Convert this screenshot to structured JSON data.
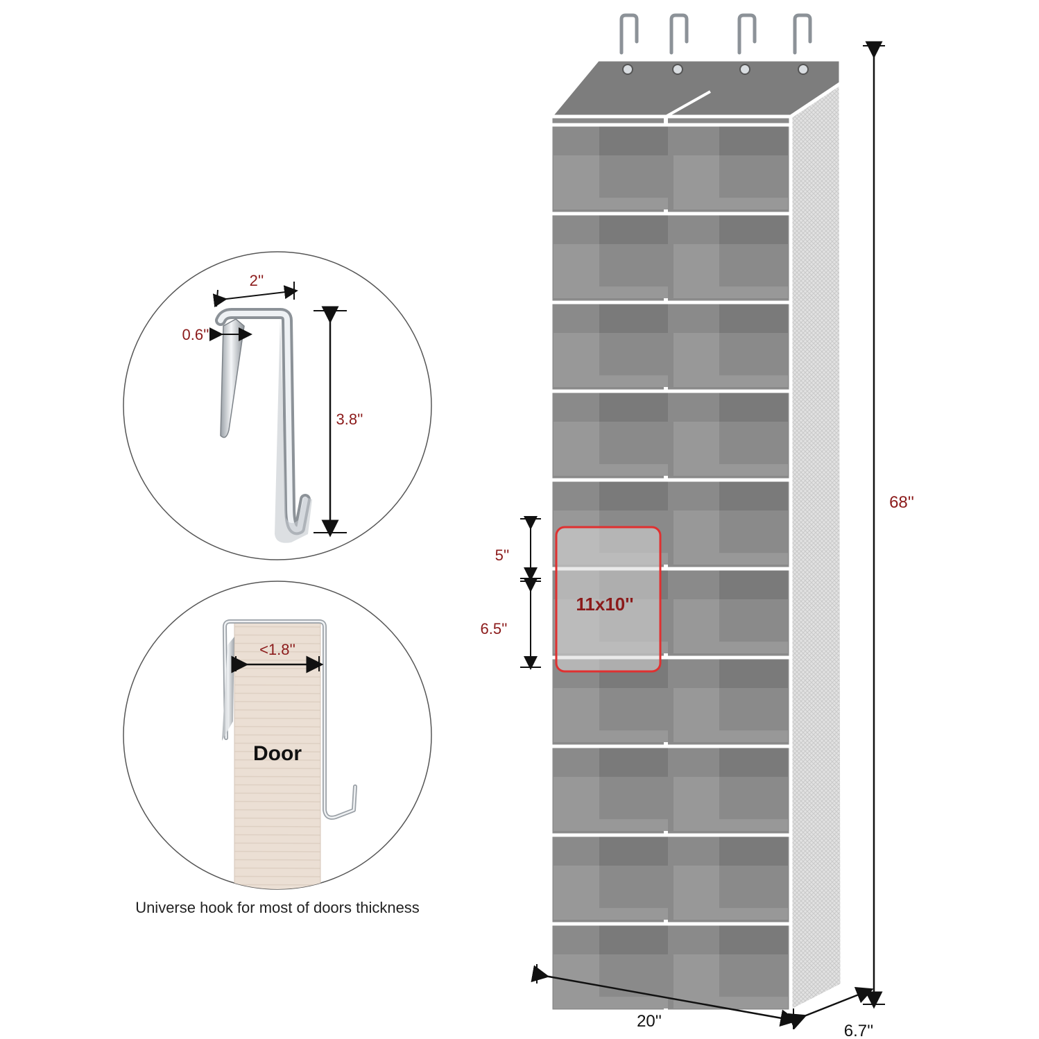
{
  "hook_detail": {
    "width_label": "2''",
    "thickness_label": "0.6''",
    "height_label": "3.8''"
  },
  "door_detail": {
    "max_thickness_label": "<1.8''",
    "door_label": "Door",
    "caption": "Universe hook for most of doors thickness"
  },
  "organizer": {
    "rows": 10,
    "columns": 2,
    "pocket_size_label": "11x10''",
    "pocket_top_label": "5''",
    "pocket_height_label": "6.5''",
    "total_height_label": "68''",
    "width_label": "20''",
    "depth_label": "6.7''"
  },
  "colors": {
    "fabric": "#8a8a8a",
    "fabric_dark": "#7a7a7a",
    "trim": "#ffffff",
    "dimension_text": "#8b1a1a",
    "door_wood": "#e9ddd2",
    "highlight": "#e03030"
  }
}
